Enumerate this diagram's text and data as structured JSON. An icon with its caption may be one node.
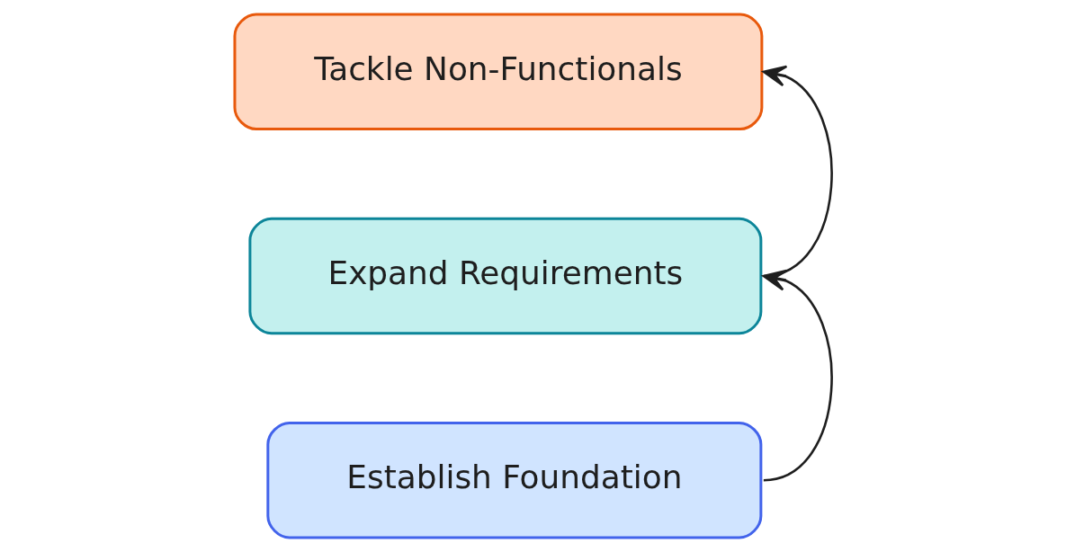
{
  "diagram": {
    "nodes": [
      {
        "text": [
          "Tackle Non-Functionals"
        ]
      },
      {
        "text": [
          "Expand Requirements"
        ]
      },
      {
        "text": [
          "Establish Foundation"
        ]
      }
    ],
    "edges": [
      {
        "from": 2,
        "to": 1,
        "arrow": "to"
      },
      {
        "from": 1,
        "to": 0,
        "arrow": "to"
      }
    ]
  }
}
